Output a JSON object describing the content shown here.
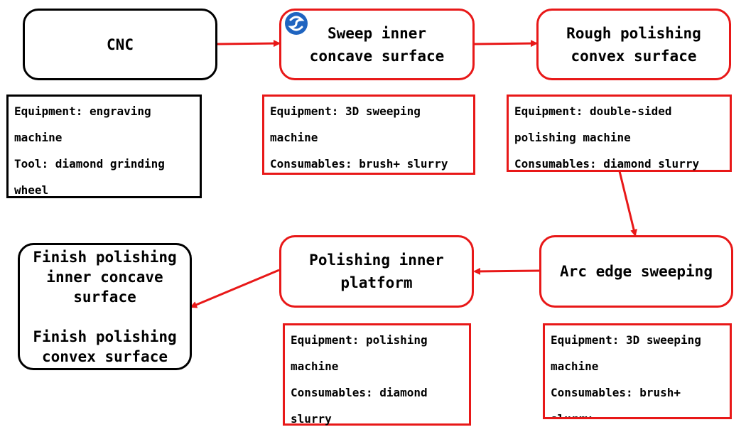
{
  "colors": {
    "accent": "#e81818",
    "outline": "#000000",
    "logo": "#1f64c0"
  },
  "logo": {
    "icon": "swirl-logo-icon"
  },
  "steps": {
    "cnc": "CNC",
    "sweep_inner": "Sweep inner\nconcave surface",
    "rough_polish": "Rough polishing\nconvex surface",
    "arc_edge": "Arc edge sweeping",
    "polish_platform": "Polishing inner\nplatform",
    "finish_polish": "Finish polishing\ninner concave\nsurface\n\nFinish polishing\nconvex surface"
  },
  "details": {
    "cnc": [
      "Equipment: engraving",
      "machine",
      "Tool: diamond grinding",
      "wheel"
    ],
    "sweep_inner": [
      "Equipment: 3D sweeping",
      "machine",
      "Consumables: brush+ slurry"
    ],
    "rough_polish": [
      "Equipment: double-sided",
      "polishing machine",
      "Consumables: diamond slurry"
    ],
    "arc_edge": [
      "Equipment: 3D sweeping",
      "machine",
      "Consumables: brush+",
      "slurry"
    ],
    "polish_platform": [
      "Equipment: polishing",
      "machine",
      "Consumables: diamond",
      "slurry"
    ]
  }
}
